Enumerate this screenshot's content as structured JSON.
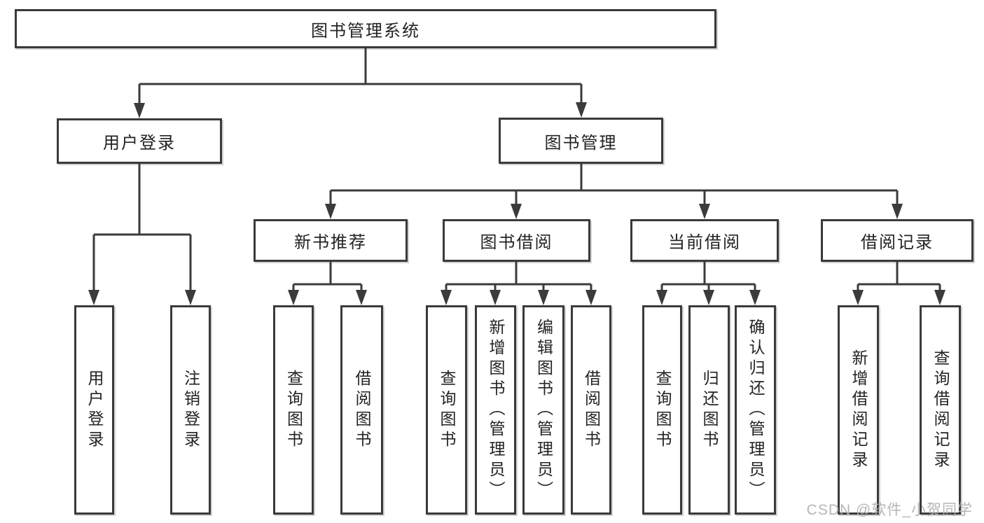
{
  "canvas": {
    "background": "#ffffff",
    "line_color": "#3b3b3b",
    "box_border_color": "#3a3a3a",
    "text_color": "#232323"
  },
  "tree": {
    "root": "图书管理系统",
    "level2": [
      {
        "label": "用户登录",
        "children": [
          "用户登录",
          "注销登录"
        ]
      },
      {
        "label": "图书管理",
        "children_groups": [
          {
            "label": "新书推荐",
            "children": [
              "查询图书",
              "借阅图书"
            ]
          },
          {
            "label": "图书借阅",
            "children": [
              "查询图书",
              "新增图书（管理员）",
              "编辑图书（管理员）",
              "借阅图书"
            ]
          },
          {
            "label": "当前借阅",
            "children": [
              "查询图书",
              "归还图书",
              "确认归还（管理员）"
            ]
          },
          {
            "label": "借阅记录",
            "children": [
              "新增借阅记录",
              "查询借阅记录"
            ]
          }
        ]
      }
    ]
  },
  "watermark": {
    "text": "CSDN @软件_小贺同学",
    "color": "#b2b2b2"
  }
}
